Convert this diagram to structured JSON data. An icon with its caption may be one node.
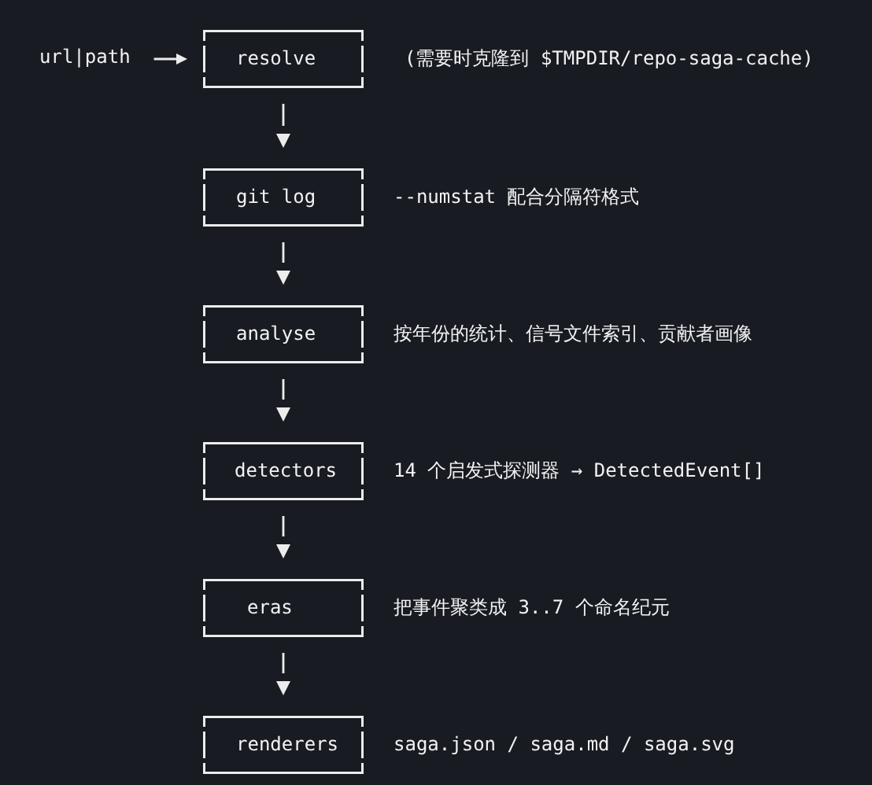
{
  "diagram": {
    "nodes": [
      {
        "text": [
          "url|path"
        ]
      },
      {
        "text": [
          "resolve"
        ],
        "beside": [
          "(需要时克隆到 $TMPDIR/repo-saga-cache)"
        ]
      },
      {
        "text": [
          "git log"
        ],
        "beside": [
          "--numstat 配合分隔符格式"
        ]
      },
      {
        "text": [
          "analyse"
        ],
        "beside": [
          "按年份的统计、信号文件索引、贡献者画像"
        ]
      },
      {
        "text": [
          "detectors"
        ],
        "beside": [
          "14 个启发式探测器 → DetectedEvent[]"
        ]
      },
      {
        "text": [
          "eras"
        ],
        "beside": [
          "把事件聚类成 3..7 个命名纪元"
        ]
      },
      {
        "text": [
          "renderers"
        ],
        "beside": [
          "saga.json / saga.md / saga.svg"
        ]
      }
    ],
    "edges": [
      {
        "from": 0,
        "to": 1,
        "arrow": "to"
      },
      {
        "from": 1,
        "to": 2,
        "arrow": "to"
      },
      {
        "from": 2,
        "to": 3,
        "arrow": "to"
      },
      {
        "from": 3,
        "to": 4,
        "arrow": "to"
      },
      {
        "from": 4,
        "to": 5,
        "arrow": "to"
      },
      {
        "from": 5,
        "to": 6,
        "arrow": "to"
      }
    ]
  }
}
